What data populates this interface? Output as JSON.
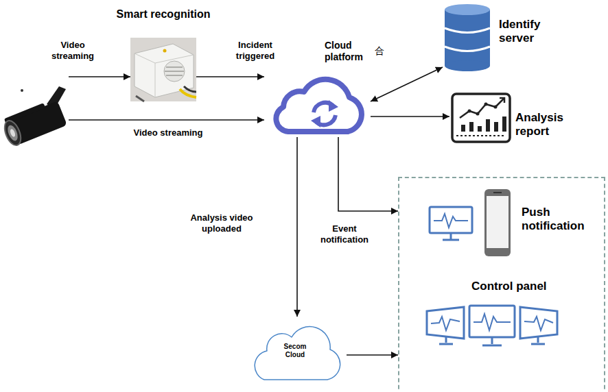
{
  "diagram": {
    "nodes": [
      {
        "text": [
          "Smart recognition"
        ]
      },
      {
        "text": []
      },
      {
        "text": [
          "Cloud platform"
        ]
      },
      {
        "text": [
          "Identify server"
        ]
      },
      {
        "text": [
          "Analysis report"
        ]
      },
      {
        "text": []
      },
      {
        "text": [
          "Push notification"
        ],
        "in": 5
      },
      {
        "text": [
          "Control panel"
        ],
        "in": 5
      },
      {
        "text": [
          "Secom Cloud"
        ]
      }
    ],
    "edges": [
      {
        "from": 1,
        "to": 0,
        "arrow": "to",
        "label": "Video streaming"
      },
      {
        "from": 0,
        "to": 2,
        "arrow": "to",
        "label": "Incident triggered"
      },
      {
        "from": 1,
        "to": 2,
        "arrow": "to",
        "label": "Video streaming"
      },
      {
        "from": 2,
        "to": 3,
        "arrow": "both"
      },
      {
        "from": 2,
        "to": 4,
        "arrow": "to"
      },
      {
        "from": 2,
        "to": 8,
        "arrow": "to",
        "label": "Analysis video uploaded"
      },
      {
        "from": 2,
        "to": 5,
        "arrow": "to",
        "label": "Event notification"
      },
      {
        "from": 8,
        "to": 5,
        "arrow": "to"
      }
    ],
    "labels": [
      "合"
    ]
  }
}
